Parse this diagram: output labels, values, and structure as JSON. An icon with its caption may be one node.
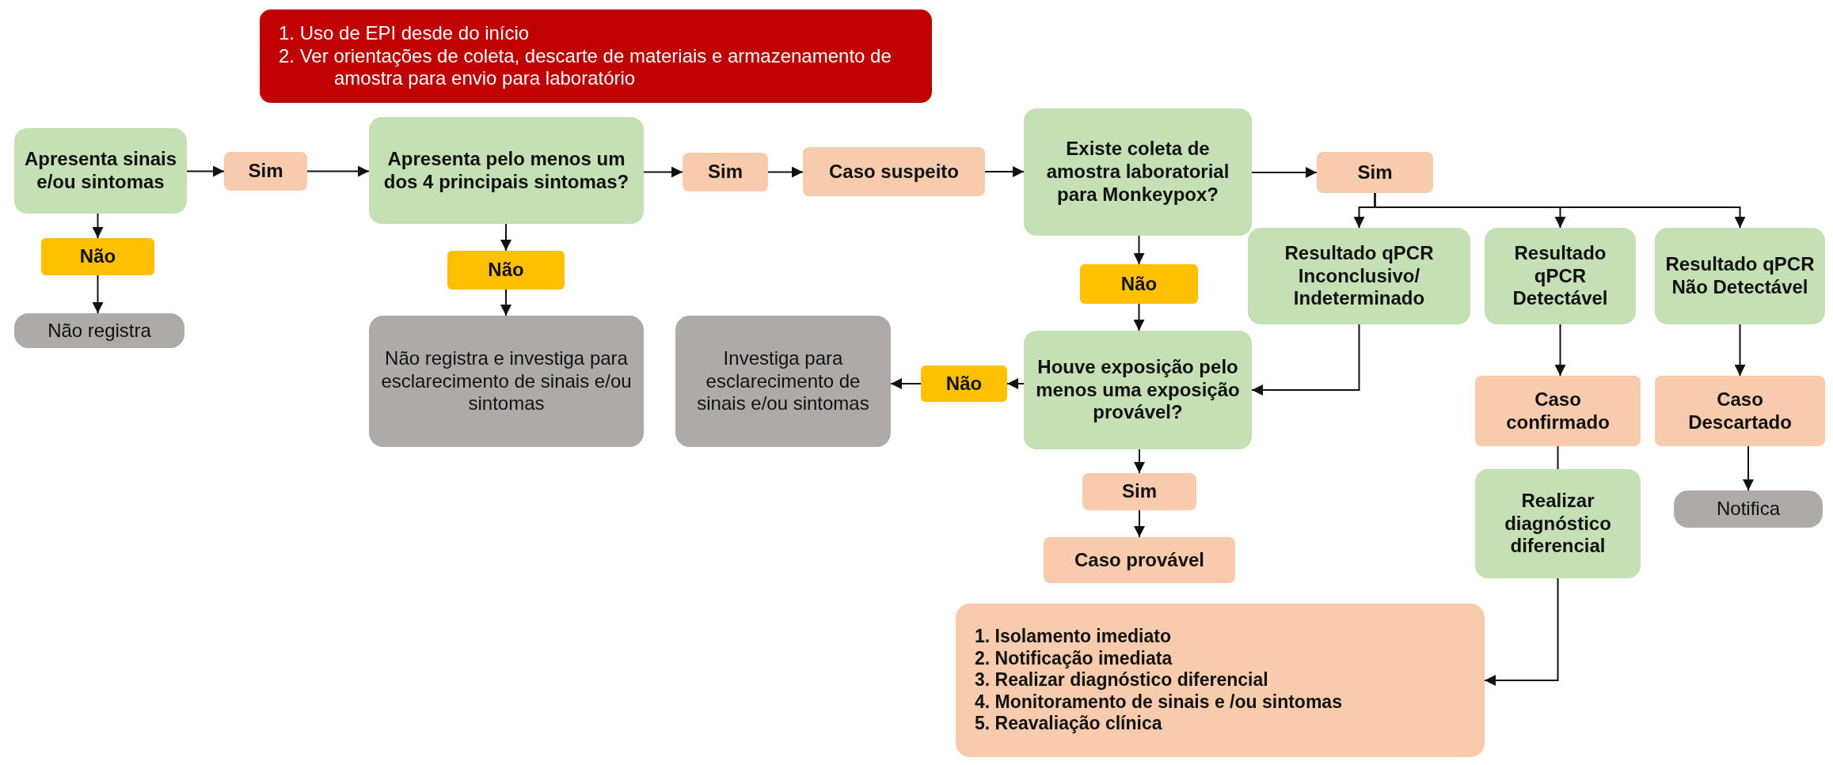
{
  "diagram": {
    "nodes": [
      {
        "text": [
          "1. Uso de EPI desde do início",
          "2. Ver orientações de coleta, descarte de materiais e armazenamento de amostra para envio para laboratório"
        ]
      },
      {
        "text": [
          "Apresenta sinais e/ou sintomas"
        ]
      },
      {
        "text": [
          "Sim"
        ]
      },
      {
        "text": [
          "Apresenta pelo menos um dos 4 principais sintomas?"
        ]
      },
      {
        "text": [
          "Não"
        ]
      },
      {
        "text": [
          "Não registra"
        ]
      },
      {
        "text": [
          "Não"
        ]
      },
      {
        "text": [
          "Não registra e investiga para esclarecimento de sinais e/ou sintomas"
        ]
      },
      {
        "text": [
          "Sim"
        ]
      },
      {
        "text": [
          "Caso suspeito"
        ]
      },
      {
        "text": [
          "Existe coleta de amostra laboratorial para Monkeypox?"
        ]
      },
      {
        "text": [
          "Sim"
        ]
      },
      {
        "text": [
          "Não"
        ]
      },
      {
        "text": [
          "Resultado qPCR Inconclusivo/ Indeterminado"
        ]
      },
      {
        "text": [
          "Resultado qPCR Detectável"
        ]
      },
      {
        "text": [
          "Resultado qPCR Não Detectável"
        ]
      },
      {
        "text": [
          "Houve exposição pelo menos uma exposição provável?"
        ]
      },
      {
        "text": [
          "Não"
        ]
      },
      {
        "text": [
          "Investiga para esclarecimento de sinais e/ou sintomas"
        ]
      },
      {
        "text": [
          "Sim"
        ]
      },
      {
        "text": [
          "Caso provável"
        ]
      },
      {
        "text": [
          "Caso confirmado"
        ]
      },
      {
        "text": [
          "Caso Descartado"
        ]
      },
      {
        "text": [
          "Realizar diagnóstico diferencial"
        ]
      },
      {
        "text": [
          "Notifica"
        ]
      },
      {
        "text": [
          "1. Isolamento imediato",
          "2. Notificação imediata",
          "3. Realizar diagnóstico diferencial",
          "4. Monitoramento de sinais e /ou sintomas",
          "5. Reavaliação clínica"
        ]
      }
    ],
    "edges": [
      {
        "from": 1,
        "to": 2,
        "arrow": "to"
      },
      {
        "from": 2,
        "to": 3,
        "arrow": "to"
      },
      {
        "from": 1,
        "to": 4,
        "arrow": "to"
      },
      {
        "from": 4,
        "to": 5,
        "arrow": "to"
      },
      {
        "from": 3,
        "to": 6,
        "arrow": "to"
      },
      {
        "from": 6,
        "to": 7,
        "arrow": "to"
      },
      {
        "from": 3,
        "to": 8,
        "arrow": "to"
      },
      {
        "from": 8,
        "to": 9,
        "arrow": "to"
      },
      {
        "from": 9,
        "to": 10,
        "arrow": "to"
      },
      {
        "from": 10,
        "to": 11,
        "arrow": "to"
      },
      {
        "from": 11,
        "to": 13,
        "arrow": "to"
      },
      {
        "from": 11,
        "to": 14,
        "arrow": "to"
      },
      {
        "from": 11,
        "to": 15,
        "arrow": "to"
      },
      {
        "from": 10,
        "to": 12,
        "arrow": "to"
      },
      {
        "from": 12,
        "to": 16,
        "arrow": "to"
      },
      {
        "from": 13,
        "to": 16,
        "arrow": "to"
      },
      {
        "from": 16,
        "to": 17,
        "arrow": "to"
      },
      {
        "from": 17,
        "to": 18,
        "arrow": "to"
      },
      {
        "from": 16,
        "to": 19,
        "arrow": "to"
      },
      {
        "from": 19,
        "to": 20,
        "arrow": "to"
      },
      {
        "from": 14,
        "to": 21,
        "arrow": "to"
      },
      {
        "from": 15,
        "to": 22,
        "arrow": "to"
      },
      {
        "from": 22,
        "to": 24,
        "arrow": "to"
      },
      {
        "from": 21,
        "to": 23,
        "arrow": "none"
      },
      {
        "from": 23,
        "to": 25,
        "arrow": "to"
      }
    ]
  }
}
